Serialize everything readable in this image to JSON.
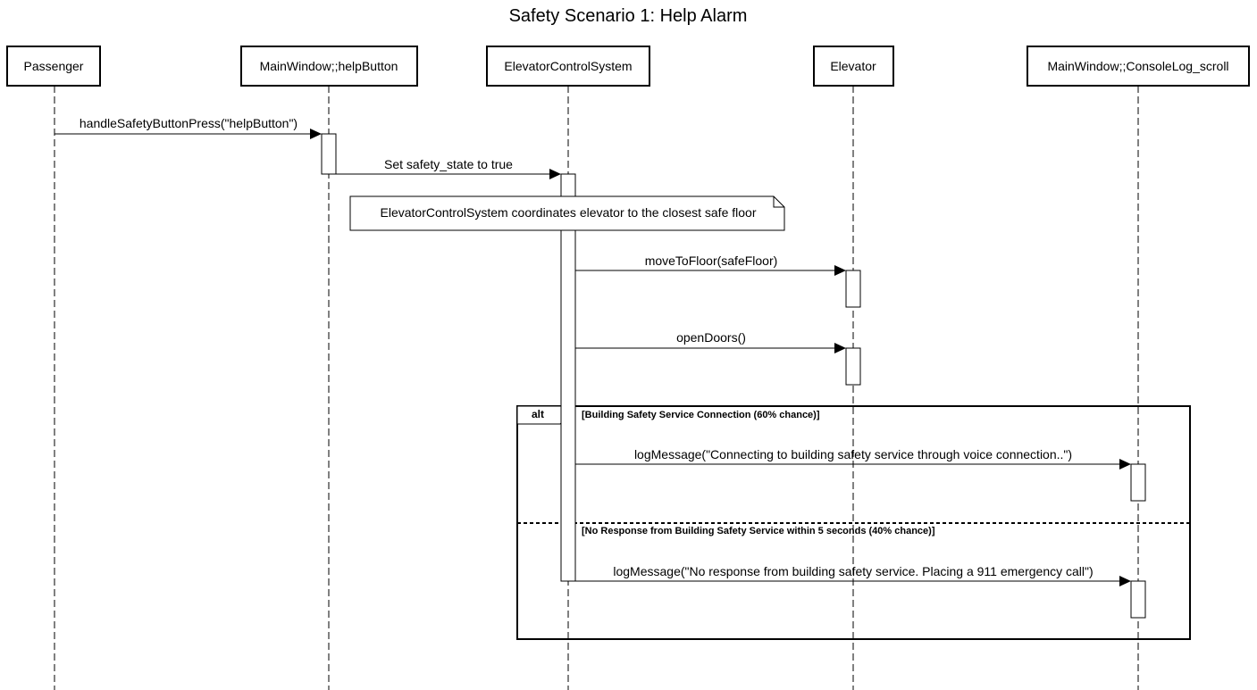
{
  "title": "Safety Scenario 1: Help Alarm",
  "participants": [
    {
      "id": "passenger",
      "label": "Passenger"
    },
    {
      "id": "helpButton",
      "label": "MainWindow;;helpButton"
    },
    {
      "id": "ecs",
      "label": "ElevatorControlSystem"
    },
    {
      "id": "elevator",
      "label": "Elevator"
    },
    {
      "id": "console",
      "label": "MainWindow;;ConsoleLog_scroll"
    }
  ],
  "messages": [
    {
      "from": "passenger",
      "to": "helpButton",
      "label": "handleSafetyButtonPress(\"helpButton\")"
    },
    {
      "from": "helpButton",
      "to": "ecs",
      "label": "Set safety_state to true"
    },
    {
      "from": "ecs",
      "to": "elevator",
      "label": "moveToFloor(safeFloor)"
    },
    {
      "from": "ecs",
      "to": "elevator",
      "label": "openDoors()"
    },
    {
      "from": "ecs",
      "to": "console",
      "label": "logMessage(\"Connecting to building safety service through voice connection..\")"
    },
    {
      "from": "ecs",
      "to": "console",
      "label": "logMessage(\"No response from building safety service. Placing a 911 emergency call\")"
    }
  ],
  "note": "ElevatorControlSystem coordinates elevator to the closest safe floor",
  "alt_fragment": {
    "operator": "alt",
    "guards": [
      "[Building Safety Service Connection (60% chance)]",
      "[No Response from Building Safety Service within 5 seconds (40% chance)]"
    ]
  }
}
